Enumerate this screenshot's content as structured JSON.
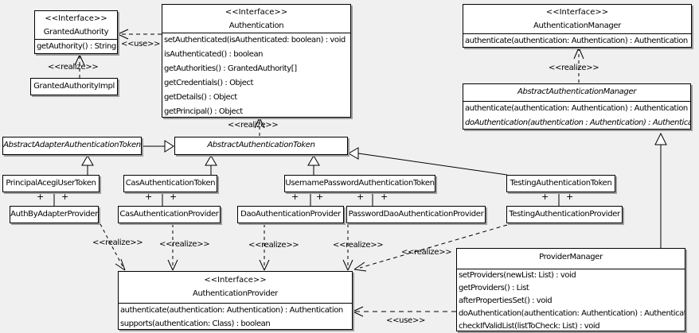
{
  "colors": {
    "background": "#f0f0f0",
    "box_fill": "#ffffff",
    "box_border": "#000000",
    "box_shadow": "#9c9c9c"
  },
  "labels": {
    "use": "<<use>>",
    "realize": "<<realize>>",
    "plus": "+"
  },
  "classes": {
    "granted_authority": {
      "stereotype": "<<Interface>>",
      "name": "GrantedAuthority",
      "methods": [
        "getAuthority() : String"
      ]
    },
    "granted_authority_impl": {
      "name": "GrantedAuthorityImpl"
    },
    "authentication": {
      "stereotype": "<<Interface>>",
      "name": "Authentication",
      "methods": [
        "setAuthenticated(isAuthenticated: boolean) : void",
        "isAuthenticated() : boolean",
        "getAuthorities() : GrantedAuthority[]",
        "getCredentials() : Object",
        "getDetails() : Object",
        "getPrincipal() : Object"
      ]
    },
    "authentication_manager": {
      "stereotype": "<<Interface>>",
      "name": "AuthenticationManager",
      "methods": [
        "authenticate(authentication: Authentication) : Authentication"
      ]
    },
    "abstract_authentication_manager": {
      "name": "AbstractAuthenticationManager",
      "abstract": true,
      "methods": [
        "authenticate(authentication: Authentication) : Authentication",
        "doAuthentication(authentication : Authentication) : Authentication"
      ]
    },
    "abstract_adapter_authentication_token": {
      "name": "AbstractAdapterAuthenticationToken",
      "abstract": true
    },
    "abstract_authentication_token": {
      "name": "AbstractAuthenticationToken",
      "abstract": true
    },
    "principal_acegi_user_token": {
      "name": "PrincipalAcegiUserToken"
    },
    "cas_authentication_token": {
      "name": "CasAuthenticationToken"
    },
    "username_password_authentication_token": {
      "name": "UsernamePasswordAuthenticationToken"
    },
    "testing_authentication_token": {
      "name": "TestingAuthenticationToken"
    },
    "auth_by_adapter_provider": {
      "name": "AuthByAdapterProvider"
    },
    "cas_authentication_provider": {
      "name": "CasAuthenticationProvider"
    },
    "dao_authentication_provider": {
      "name": "DaoAuthenticationProvider"
    },
    "password_dao_authentication_provider": {
      "name": "PasswordDaoAuthenticationProvider"
    },
    "testing_authentication_provider": {
      "name": "TestingAuthenticationProvider"
    },
    "authentication_provider": {
      "stereotype": "<<Interface>>",
      "name": "AuthenticationProvider",
      "methods": [
        "authenticate(authentication: Authentication) : Authentication",
        "supports(authentication: Class) : boolean"
      ]
    },
    "provider_manager": {
      "name": "ProviderManager",
      "methods": [
        "setProviders(newList: List) : void",
        "getProviders() : List",
        "afterPropertiesSet() : void",
        "doAuthentication(authentication: Authentication) : Authentication",
        "checkIfValidList(listToCheck: List) : void"
      ]
    }
  }
}
